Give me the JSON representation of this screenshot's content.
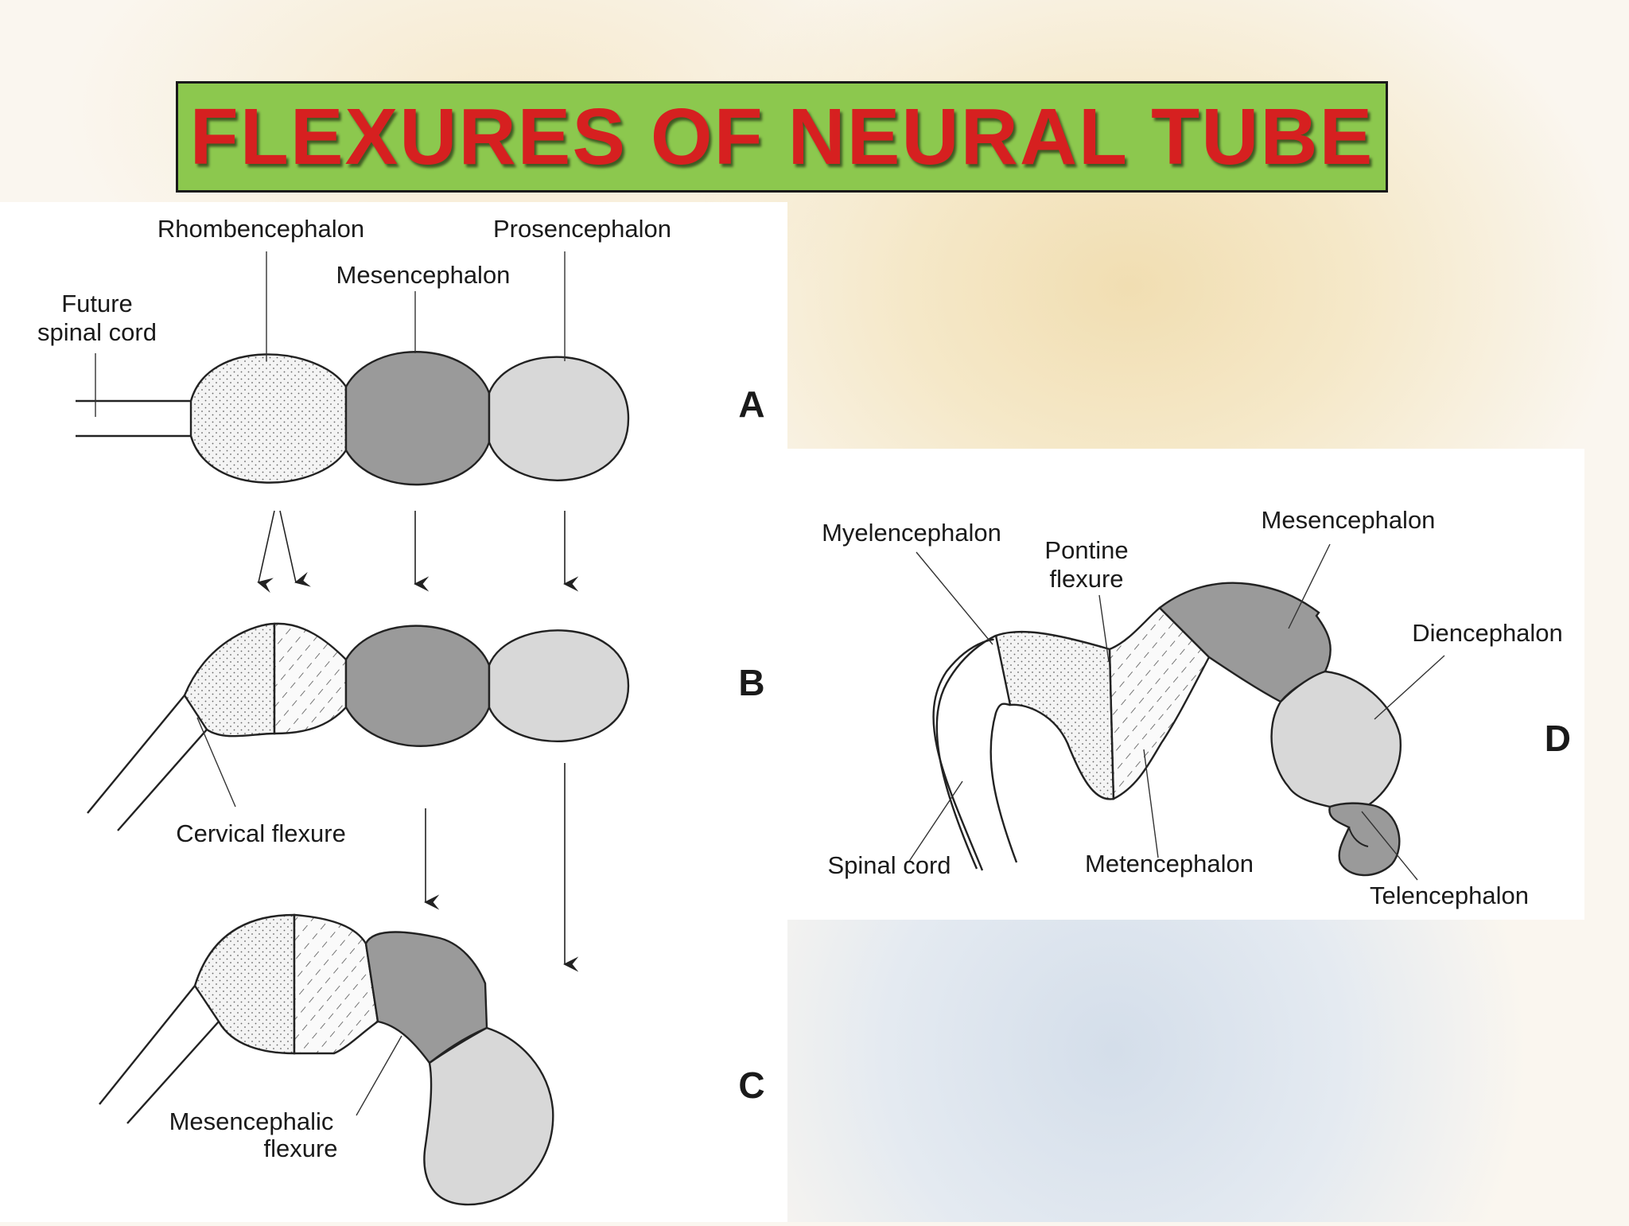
{
  "title": "FLEXURES OF NEURAL TUBE",
  "panels": {
    "abc": {
      "stage_a": {
        "letter": "A",
        "labels": {
          "rhombencephalon": "Rhombencephalon",
          "prosencephalon": "Prosencephalon",
          "mesencephalon": "Mesencephalon",
          "future_spinal_cord_1": "Future",
          "future_spinal_cord_2": "spinal cord"
        }
      },
      "stage_b": {
        "letter": "B",
        "labels": {
          "cervical_flexure": "Cervical flexure"
        }
      },
      "stage_c": {
        "letter": "C",
        "labels": {
          "mesencephalic_flexure_1": "Mesencephalic",
          "mesencephalic_flexure_2": "flexure"
        }
      }
    },
    "d": {
      "letter": "D",
      "labels": {
        "myelencephalon": "Myelencephalon",
        "pontine_flexure_1": "Pontine",
        "pontine_flexure_2": "flexure",
        "mesencephalon": "Mesencephalon",
        "diencephalon": "Diencephalon",
        "spinal_cord": "Spinal cord",
        "metencephalon": "Metencephalon",
        "telencephalon": "Telencephalon"
      }
    }
  },
  "colors": {
    "title_text": "#d62020",
    "banner_bg": "#8cc84e",
    "mesencephalon_fill": "#9a9a9a",
    "prosencephalon_fill": "#d8d8d8",
    "rhombencephalon_fill": "#f2f2f2"
  }
}
